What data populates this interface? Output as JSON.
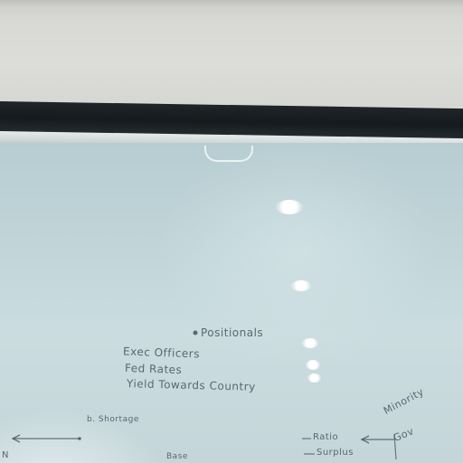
{
  "scene": {
    "description_type": "photo",
    "handwriting": {
      "bullet_1": "Positionals",
      "line_2": "Exec Officers",
      "line_3": "Fed Rates",
      "line_4": "Yield Towards Country",
      "left_label": "b. Shortage",
      "right_1": "Ratio",
      "right_2": "Surplus",
      "right_3": "Minority",
      "right_4": "Gov",
      "bottom_mid": "Base",
      "bottom_left": "N"
    },
    "colors": {
      "board": "#c2d6da",
      "casing": "#1a1f22",
      "marker": "#3e4b58"
    }
  }
}
